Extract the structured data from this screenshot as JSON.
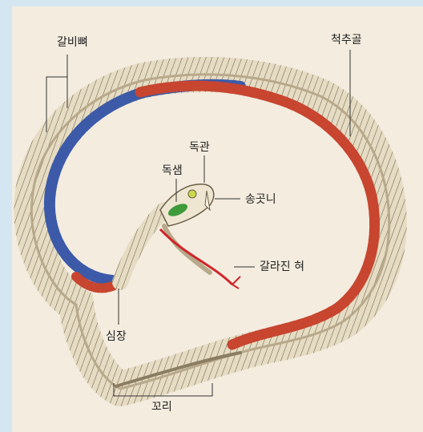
{
  "labels": {
    "ribs": "갈비뼈",
    "spine": "척추골",
    "venom_duct": "독관",
    "venom_gland": "독샘",
    "fang": "송곳니",
    "tongue": "갈라진 혀",
    "heart": "심장",
    "tail": "꼬리"
  },
  "colors": {
    "background": "#f3ecdf",
    "frame": "#d5e6f3",
    "bone": "#e6dcc4",
    "bone_outline": "#6b5e48",
    "blue_vessel": "#3c5aa8",
    "red_vessel": "#c8452f",
    "venom_gland": "#3f9a3a",
    "tongue": "#d0242a"
  }
}
